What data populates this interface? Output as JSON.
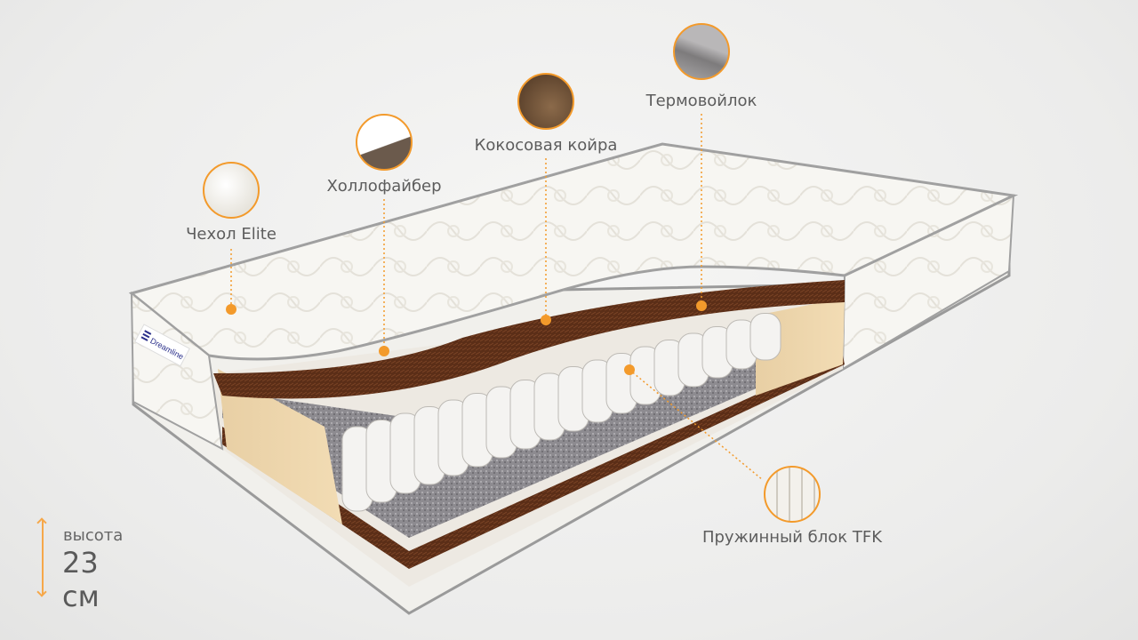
{
  "brand": "Dreamline",
  "accent_color": "#f39a2b",
  "layers": [
    {
      "label": "Чехол Elite",
      "icon": "cover-fabric-thumbnail"
    },
    {
      "label": "Холлофайбер",
      "icon": "hollofiber-thumbnail"
    },
    {
      "label": "Кокосовая койра",
      "icon": "coconut-coir-thumbnail"
    },
    {
      "label": "Термовойлок",
      "icon": "thermofelt-thumbnail"
    },
    {
      "label": "Пружинный блок TFK",
      "icon": "spring-block-thumbnail"
    }
  ],
  "height": {
    "label": "высота",
    "value": "23 см"
  }
}
